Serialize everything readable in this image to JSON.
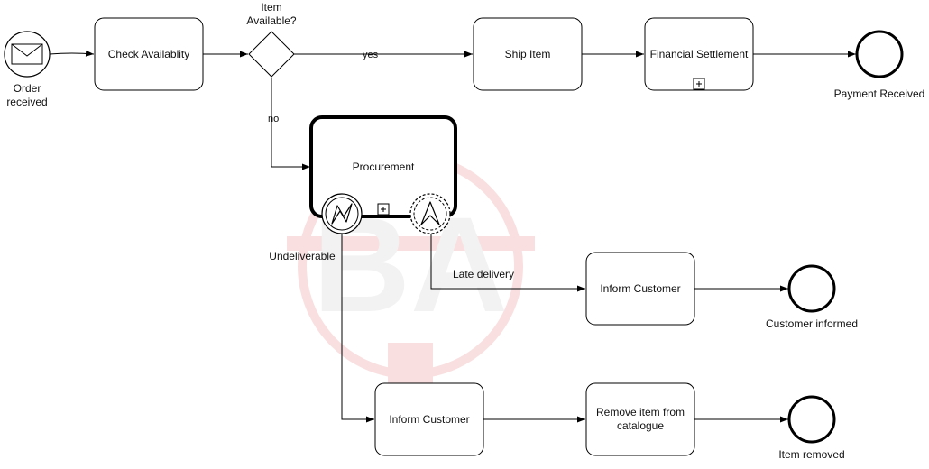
{
  "events": {
    "start_label": "Order received",
    "end_payment_label": "Payment Received",
    "end_informed_label": "Customer informed",
    "end_removed_label": "Item removed",
    "boundary_error_label": "Undeliverable",
    "boundary_escalation_label": "Late delivery"
  },
  "tasks": {
    "check": "Check Availablity",
    "ship": "Ship Item",
    "settlement": "Financial Settlement",
    "procurement": "Procurement",
    "inform_late": "Inform Customer",
    "inform_undeliverable": "Inform Customer",
    "remove": "Remove item from catalogue"
  },
  "gateway": {
    "label": "Item Available?",
    "yes": "yes",
    "no": "no"
  },
  "icons": {
    "start": "envelope-icon",
    "error": "lightning-icon",
    "escalation": "escalation-arrow-icon",
    "subprocess": "plus-square-icon"
  },
  "watermark_text": "BA",
  "colors": {
    "stroke": "#000000",
    "watermark": "#f2b3b3"
  }
}
